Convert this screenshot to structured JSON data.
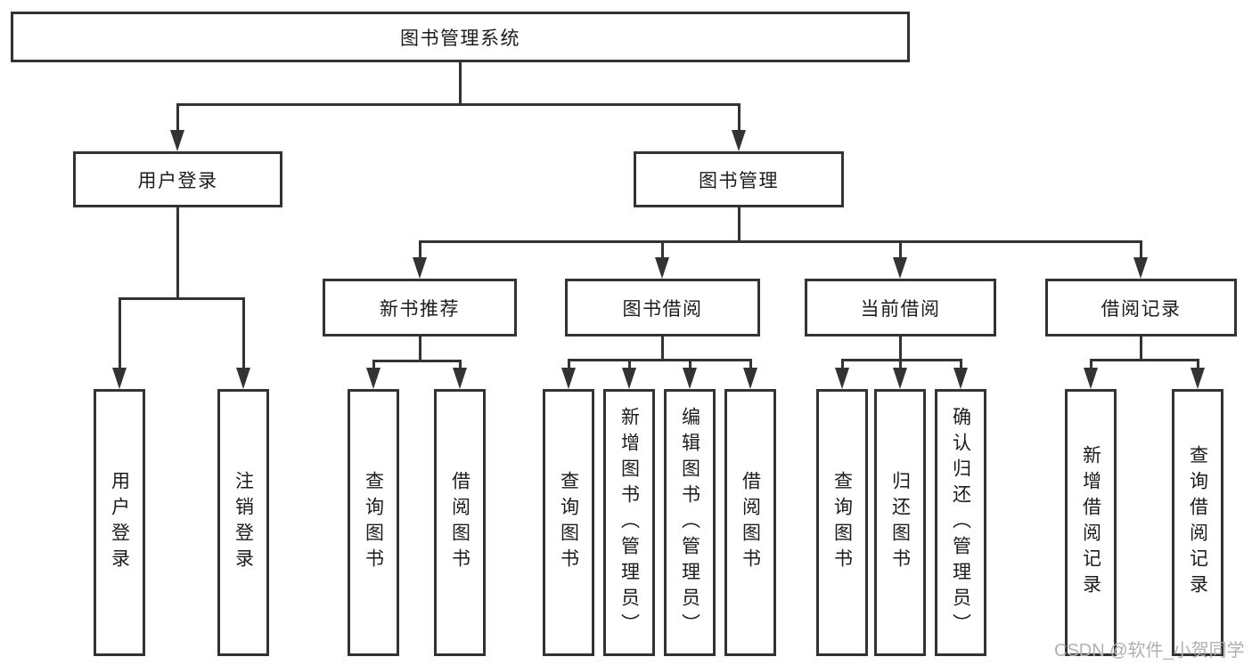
{
  "diagram": {
    "tree": {
      "label": "图书管理系统",
      "children": [
        {
          "label": "用户登录",
          "children": [
            {
              "label": "用户登录"
            },
            {
              "label": "注销登录"
            }
          ]
        },
        {
          "label": "图书管理",
          "children": [
            {
              "label": "新书推荐",
              "children": [
                {
                  "label": "查询图书"
                },
                {
                  "label": "借阅图书"
                }
              ]
            },
            {
              "label": "图书借阅",
              "children": [
                {
                  "label": "查询图书"
                },
                {
                  "label": "新增图书（管理员）"
                },
                {
                  "label": "编辑图书（管理员）"
                },
                {
                  "label": "借阅图书"
                }
              ]
            },
            {
              "label": "当前借阅",
              "children": [
                {
                  "label": "查询图书"
                },
                {
                  "label": "归还图书"
                },
                {
                  "label": "确认归还（管理员）"
                }
              ]
            },
            {
              "label": "借阅记录",
              "children": [
                {
                  "label": "新增借阅记录"
                },
                {
                  "label": "查询借阅记录"
                }
              ]
            }
          ]
        }
      ]
    },
    "colors": {
      "line": "#333333",
      "text": "#1c1c1c",
      "background": "#ffffff",
      "watermark": "#b0b0b0"
    }
  },
  "watermark": {
    "text": "CSDN @软件_小贺同学"
  }
}
